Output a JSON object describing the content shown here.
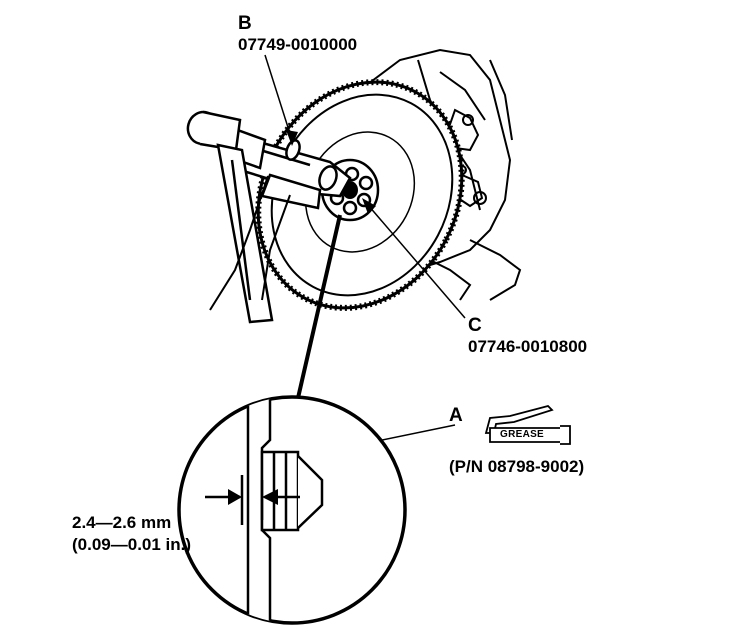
{
  "callouts": {
    "b": {
      "letter": "B",
      "part_number": "07749-0010000"
    },
    "c": {
      "letter": "C",
      "part_number": "07746-0010800"
    },
    "a": {
      "letter": "A",
      "tube_label": "GREASE",
      "part_number": "(P/N 08798-9002)"
    }
  },
  "dimension": {
    "metric": "2.4—2.6 mm",
    "imperial": "(0.09—0.01 in.)"
  },
  "colors": {
    "line": "#000000",
    "background": "#ffffff"
  },
  "icons": [
    "hammer-icon",
    "driver-tool-icon",
    "flywheel-icon",
    "grease-tube-icon"
  ]
}
